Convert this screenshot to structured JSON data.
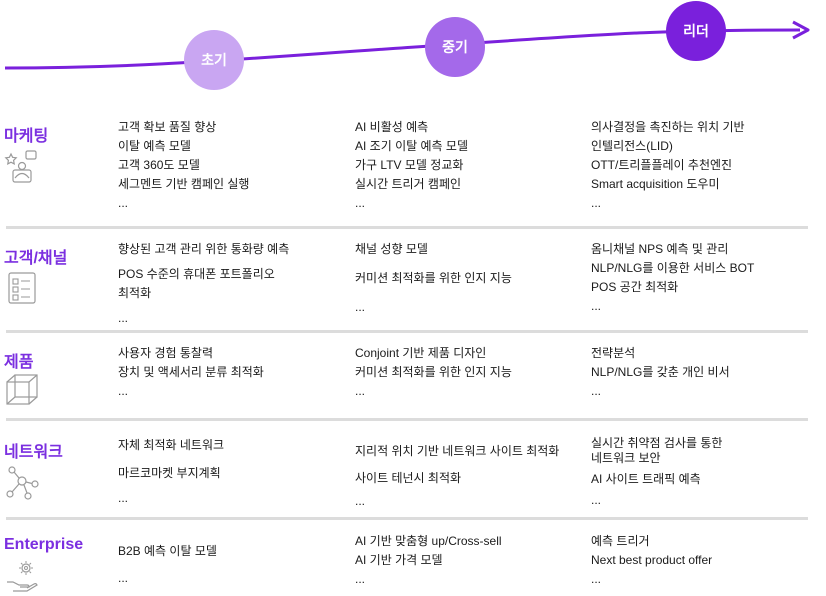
{
  "stages": [
    "초기",
    "중기",
    "리더"
  ],
  "colors": {
    "accent": "#7b2fe0",
    "stage1": "#c9a6f2",
    "stage2": "#a469ea",
    "stage3": "#7a20dc",
    "divider": "#dcdcdc"
  },
  "rows": [
    {
      "title": "마케팅",
      "icon": "people-star-icon",
      "cols": [
        [
          "고객 확보 품질 향상",
          "이탈 예측 모델",
          "고객 360도 모델",
          "세그멘트 기반 캠페인 실행",
          "..."
        ],
        [
          "AI 비활성 예측",
          "AI 조기 이탈 예측 모델",
          "가구 LTV 모델 정교화",
          "실시간 트리거 캠페인",
          "..."
        ],
        [
          "의사결정을 촉진하는 위치 기반\n인텔리전스(LID)",
          "OTT/트리플플레이 추천엔진",
          "Smart acquisition 도우미",
          "..."
        ]
      ]
    },
    {
      "title": "고객/채널",
      "icon": "checklist-icon",
      "cols": [
        [
          "향상된 고객 관리 위한 통화량 예측",
          "POS 수준의 휴대폰 포트폴리오\n최적화",
          "..."
        ],
        [
          "채널 성향 모델",
          "커미션 최적화를 위한 인지 지능",
          "..."
        ],
        [
          "옴니채널 NPS 예측 및 관리",
          "NLP/NLG를 이용한 서비스 BOT",
          "POS 공간 최적화",
          "..."
        ]
      ]
    },
    {
      "title": "제품",
      "icon": "cube-icon",
      "cols": [
        [
          "사용자 경험 통찰력",
          "장치 및 액세서리 분류 최적화",
          "..."
        ],
        [
          "Conjoint 기반 제품 디자인",
          "커미션 최적화를 위한 인지 지능",
          "..."
        ],
        [
          "전략분석",
          "NLP/NLG를 갖춘 개인 비서",
          "..."
        ]
      ]
    },
    {
      "title": "네트워크",
      "icon": "network-nodes-icon",
      "cols": [
        [
          "자체 최적화 네트워크",
          "마르코마켓 부지계획",
          "..."
        ],
        [
          "지리적 위치 기반 네트워크 사이트 최적화",
          "사이트 테넌시 최적화",
          "..."
        ],
        [
          "실시간 취약점 검사를 통한\n네트워크 보안",
          "AI 사이트 트래픽 예측",
          "..."
        ]
      ]
    },
    {
      "title": "Enterprise",
      "icon": "hand-gear-icon",
      "cols": [
        [
          "B2B 예측 이탈 모델",
          "..."
        ],
        [
          "AI 기반 맞춤형 up/Cross-sell",
          "AI 기반 가격 모델",
          "..."
        ],
        [
          "예측 트리거",
          "Next best product offer",
          "..."
        ]
      ]
    }
  ]
}
